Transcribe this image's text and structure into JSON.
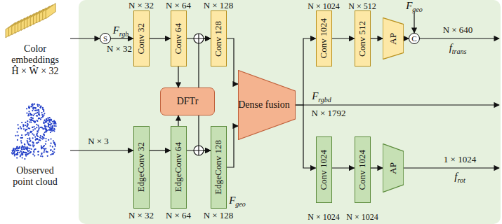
{
  "diagram": {
    "nodes": [
      {
        "text": [
          "Color embeddings",
          "Ĥ × Ŵ × 32"
        ]
      },
      {
        "text": [
          "S"
        ]
      },
      {
        "text": [
          "Conv 32"
        ]
      },
      {
        "text": [
          "Conv 64"
        ]
      },
      {
        "text": [
          "Conv 128"
        ]
      },
      {
        "text": [
          "DFTr"
        ]
      },
      {
        "text": [
          "Observed point cloud"
        ]
      },
      {
        "text": [
          "EdgeConv 32"
        ]
      },
      {
        "text": [
          "EdgeConv 64"
        ]
      },
      {
        "text": [
          "EdgeConv 128"
        ]
      },
      {
        "text": [
          "Dense fusion"
        ]
      },
      {
        "text": [
          "Conv 1024"
        ]
      },
      {
        "text": [
          "Conv 512"
        ]
      },
      {
        "text": [
          "AP"
        ]
      },
      {
        "text": [
          "C"
        ]
      },
      {
        "text": [
          "Conv 1024"
        ]
      },
      {
        "text": [
          "Conv 1024"
        ]
      },
      {
        "text": [
          "AP"
        ]
      }
    ],
    "edges": [
      {
        "from": 0,
        "to": 1,
        "arrow": "to"
      },
      {
        "from": 1,
        "to": 2,
        "arrow": "to"
      },
      {
        "from": 2,
        "to": 3,
        "arrow": "to"
      },
      {
        "from": 3,
        "to": 4,
        "arrow": "to"
      },
      {
        "from": 3,
        "to": 5,
        "arrow": "to"
      },
      {
        "from": 5,
        "to": 4,
        "arrow": "to"
      },
      {
        "from": 6,
        "to": 7,
        "arrow": "to"
      },
      {
        "from": 7,
        "to": 8,
        "arrow": "to"
      },
      {
        "from": 8,
        "to": 9,
        "arrow": "to"
      },
      {
        "from": 8,
        "to": 5,
        "arrow": "to"
      },
      {
        "from": 5,
        "to": 9,
        "arrow": "to"
      },
      {
        "from": 4,
        "to": 10,
        "arrow": "to"
      },
      {
        "from": 9,
        "to": 10,
        "arrow": "to"
      },
      {
        "from": 10,
        "to": 11,
        "arrow": "to"
      },
      {
        "from": 10,
        "to": 15,
        "arrow": "to"
      },
      {
        "from": 11,
        "to": 12,
        "arrow": "to"
      },
      {
        "from": 12,
        "to": 13,
        "arrow": "to"
      },
      {
        "from": 13,
        "to": 14,
        "arrow": "to"
      },
      {
        "from": 15,
        "to": 16,
        "arrow": "to"
      },
      {
        "from": 16,
        "to": 17,
        "arrow": "to"
      }
    ],
    "labels": [
      "N × 32",
      "N × 64",
      "N × 128",
      "Frgb",
      "N × 32",
      "N × 1024",
      "N × 512",
      "Fgeo",
      "N × 640",
      "ftrans",
      "Frgbd",
      "N × 1792",
      "N × 3",
      "N × 32",
      "N × 64",
      "N × 128",
      "Fgeo",
      "N × 1024",
      "N × 1024",
      "1 × 1024",
      "frot"
    ]
  }
}
